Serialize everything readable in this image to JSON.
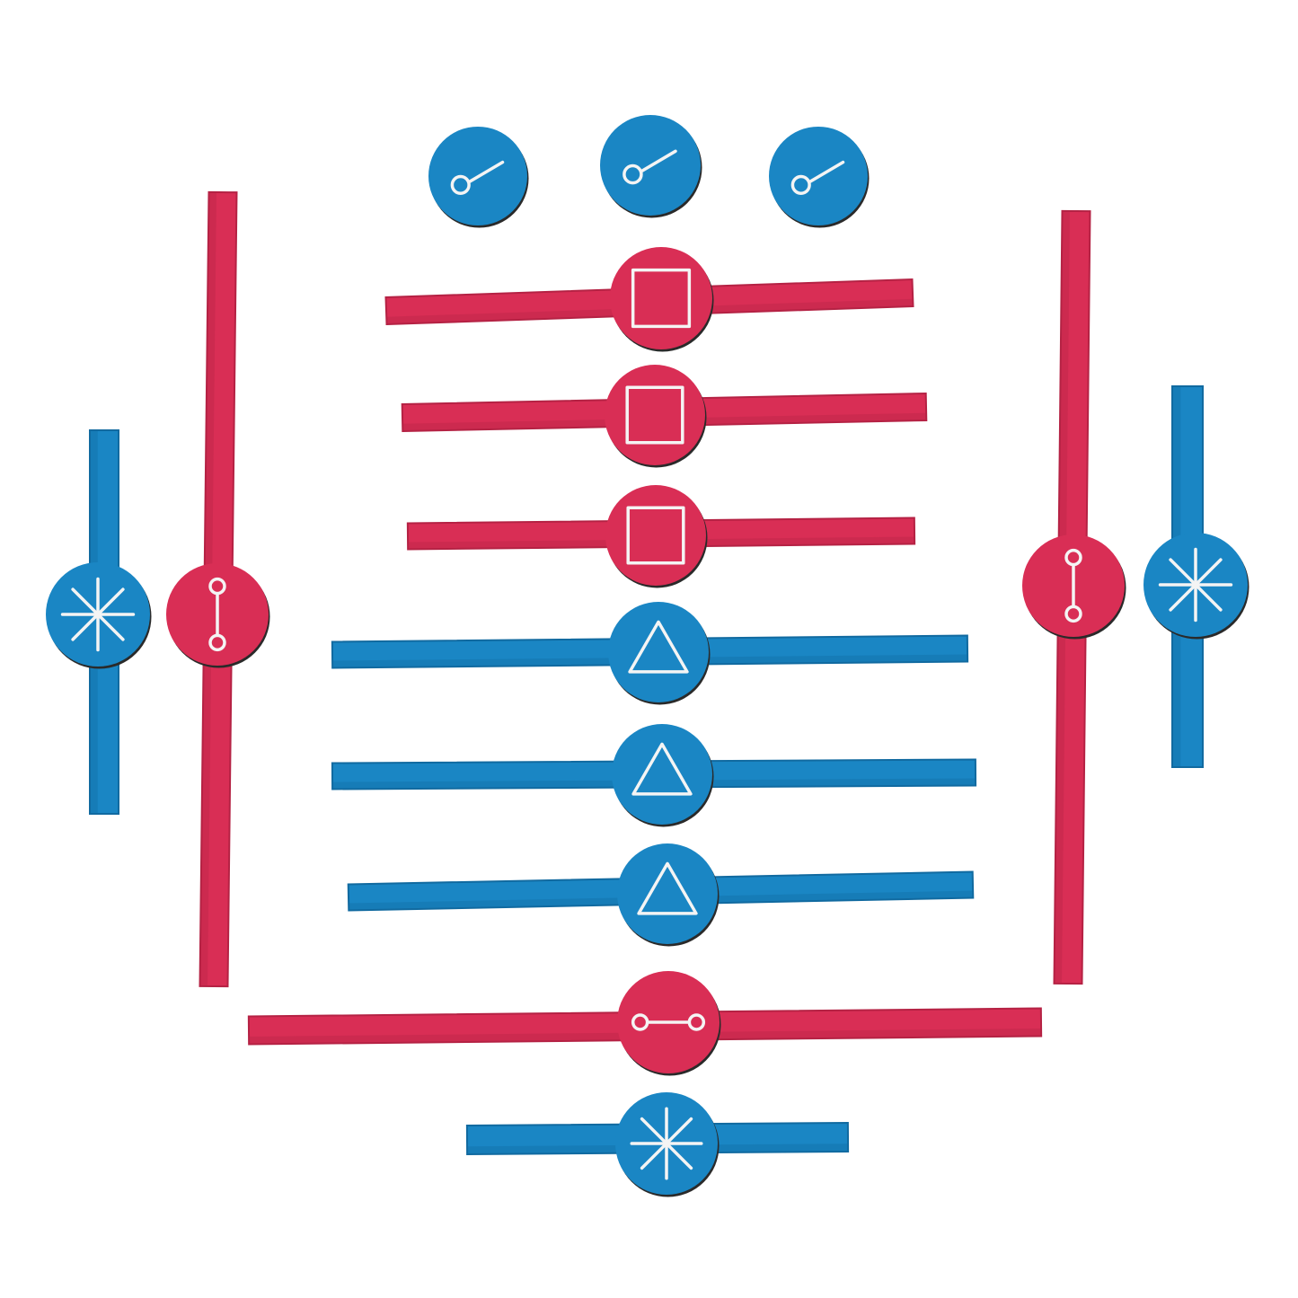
{
  "colors": {
    "background": "#ffffff",
    "red": "#d92e55",
    "red_dark": "#b52244",
    "blue": "#1a86c4",
    "blue_dark": "#116aa0",
    "chalk": "#f4f4f4",
    "edge": "#2a2a2a"
  },
  "pieces": [
    {
      "kind": "disc",
      "color": "blue",
      "symbol": "lollipop-icon"
    },
    {
      "kind": "disc",
      "color": "blue",
      "symbol": "lollipop-icon"
    },
    {
      "kind": "disc",
      "color": "blue",
      "symbol": "lollipop-icon"
    },
    {
      "kind": "stick",
      "color": "red",
      "symbol": "square-icon",
      "orientation": "horizontal"
    },
    {
      "kind": "stick",
      "color": "red",
      "symbol": "square-icon",
      "orientation": "horizontal"
    },
    {
      "kind": "stick",
      "color": "red",
      "symbol": "square-icon",
      "orientation": "horizontal"
    },
    {
      "kind": "stick",
      "color": "blue",
      "symbol": "triangle-icon",
      "orientation": "horizontal"
    },
    {
      "kind": "stick",
      "color": "blue",
      "symbol": "triangle-icon",
      "orientation": "horizontal"
    },
    {
      "kind": "stick",
      "color": "blue",
      "symbol": "triangle-icon",
      "orientation": "horizontal"
    },
    {
      "kind": "stick",
      "color": "red",
      "symbol": "dumbbell-icon",
      "orientation": "horizontal"
    },
    {
      "kind": "stick",
      "color": "blue",
      "symbol": "asterisk-icon",
      "orientation": "horizontal"
    },
    {
      "kind": "stick",
      "color": "blue",
      "symbol": "asterisk-icon",
      "orientation": "vertical"
    },
    {
      "kind": "stick",
      "color": "red",
      "symbol": "dumbbell-icon",
      "orientation": "vertical"
    },
    {
      "kind": "stick",
      "color": "red",
      "symbol": "dumbbell-icon",
      "orientation": "vertical"
    },
    {
      "kind": "stick",
      "color": "blue",
      "symbol": "asterisk-icon",
      "orientation": "vertical"
    }
  ]
}
